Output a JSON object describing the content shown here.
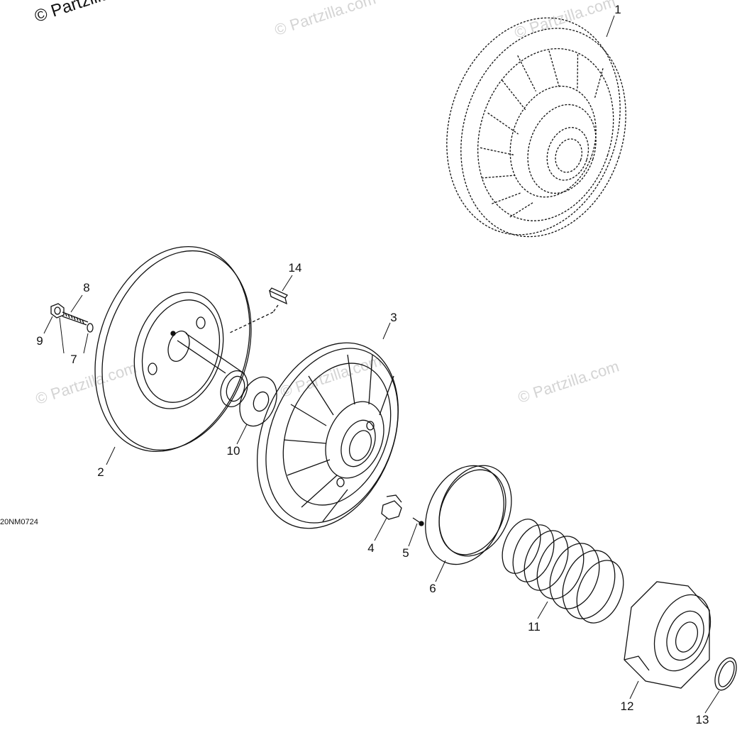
{
  "watermark": {
    "main": "© Partzilla.",
    "faint": "© Partzilla.com"
  },
  "drawing_code": "20NM0724",
  "callouts": {
    "p1": "1",
    "p2": "2",
    "p3": "3",
    "p4": "4",
    "p5": "5",
    "p6": "6",
    "p7": "7",
    "p8": "8",
    "p9": "9",
    "p10": "10",
    "p11": "11",
    "p12": "12",
    "p13": "13",
    "p14": "14"
  },
  "colors": {
    "line": "#111111",
    "watermark": "#d4d4d4",
    "background": "#ffffff"
  }
}
